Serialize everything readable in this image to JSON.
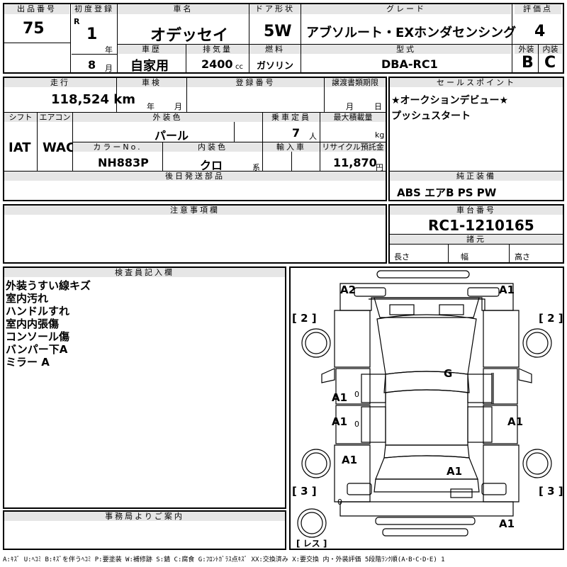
{
  "top": {
    "h_lot": "出品番号",
    "lot": "75",
    "h_first_reg": "初度登録",
    "era": "R",
    "year": "1",
    "year_unit": "年",
    "month": "8",
    "month_unit": "月",
    "h_name": "車名",
    "name": "オデッセイ",
    "h_doors": "ドア形状",
    "doors": "5W",
    "h_grade": "グレード",
    "grade": "アブソルート・EXホンダセンシング",
    "h_score": "評価点",
    "score": "4",
    "h_history": "車歴",
    "history": "自家用",
    "h_disp": "排気量",
    "disp": "2400",
    "disp_unit": "cc",
    "h_fuel": "燃料",
    "fuel": "ガソリン",
    "h_model": "型式",
    "model": "DBA-RC1",
    "h_ext": "外装",
    "ext": "B",
    "h_int": "内装",
    "int": "C"
  },
  "mid": {
    "h_mileage": "走行",
    "mileage": "118,524 km",
    "h_inspection": "車検",
    "insp_year_unit": "年",
    "insp_month_unit": "月",
    "h_regno": "登録番号",
    "h_transfer": "譲渡書類期限",
    "tr_month_unit": "月",
    "tr_day_unit": "日",
    "h_shift": "シフト",
    "shift": "IAT",
    "h_ac": "エアコン",
    "ac": "WAC",
    "h_color": "外装色",
    "color": "パール",
    "h_capacity": "乗車定員",
    "capacity": "7",
    "capacity_unit": "人",
    "h_load": "最大積載量",
    "load_unit": "kg",
    "h_colorno": "カラーNo.",
    "colorno": "NH883P",
    "h_intcolor": "内装色",
    "intcolor": "クロ",
    "intcolor_unit": "系",
    "h_import": "輸入車",
    "h_recycle": "リサイクル預託金",
    "recycle": "11,870",
    "recycle_unit": "円",
    "h_later": "後日発送部品",
    "h_sales": "セールスポイント",
    "sales": [
      "★オークションデビュー★",
      "プッシュスタート"
    ],
    "h_equip": "純正装備",
    "equip": "ABS エアB PS PW"
  },
  "notes": {
    "h_caution": "注意事項欄"
  },
  "chassis": {
    "h_chassis": "車台番号",
    "chassis": "RC1-1210165",
    "h_spec": "諸元",
    "length": "長さ",
    "width": "幅",
    "height": "高さ"
  },
  "inspector": {
    "h_inspector": "検査員記入欄",
    "lines": [
      "外装うすい線キズ",
      "室内汚れ",
      "ハンドルすれ",
      "室内内張傷",
      "コンソール傷",
      "バンパー下A",
      "ミラー A"
    ]
  },
  "office": {
    "h_office": "事務局よりご案内"
  },
  "diagram": {
    "labels": [
      "A2",
      "A1",
      "[ 2 ]",
      "[ 2 ]",
      "G",
      "A1",
      "0",
      "0",
      "A1",
      "A1",
      "A1",
      "0",
      "A1",
      "[ 3 ]",
      "[ 3 ]",
      "A1",
      "[ レス ]"
    ]
  },
  "legend": "A:ｷｽﾞ U:ﾍｺﾐ B:ｷｽﾞを伴うﾍｺﾐ P:要塗装 W:補修跡 S:錆 C:腐食 G:ﾌﾛﾝﾄｶﾞﾗｽ点ｷｽﾞ XX:交換済み X:要交換  内・外装評価 5段階ﾗﾝｸ順(A･B･C･D･E) 1"
}
